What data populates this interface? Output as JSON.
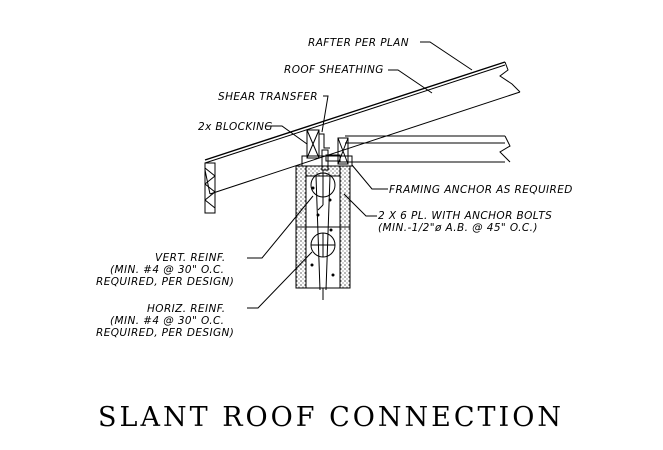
{
  "labels": {
    "rafter": "RAFTER PER PLAN",
    "sheathing": "ROOF SHEATHING",
    "shear_transfer": "SHEAR TRANSFER",
    "blocking": "2x BLOCKING",
    "framing_anchor": "FRAMING ANCHOR AS REQUIRED",
    "plate_line1": "2 X 6 PL. WITH ANCHOR BOLTS",
    "plate_line2": "(MIN.-1/2\"ø A.B. @ 45\" O.C.)",
    "vert_reinf": {
      "line1": "VERT. REINF.",
      "line2": "(MIN. #4 @ 30\" O.C.",
      "line3": "REQUIRED, PER DESIGN)"
    },
    "horiz_reinf": {
      "line1": "HORIZ. REINF.",
      "line2": "(MIN. #4 @ 30\" O.C.",
      "line3": "REQUIRED, PER DESIGN)"
    }
  },
  "title": "SLANT ROOF CONNECTION"
}
